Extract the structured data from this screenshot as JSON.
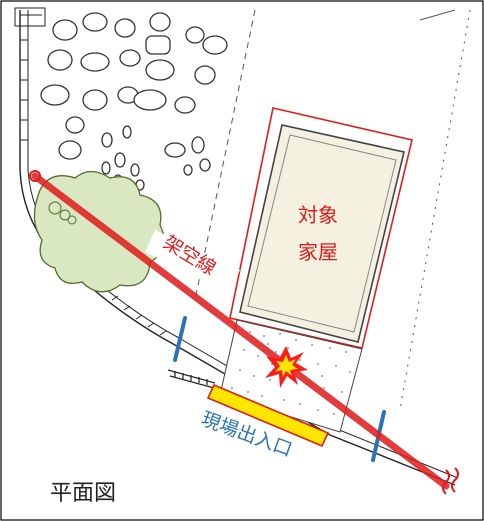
{
  "labels": {
    "target_house_line1": "対象",
    "target_house_line2": "家屋",
    "overhead_line": "架空線",
    "site_entrance": "現場出入口",
    "plan_view": "平面図"
  },
  "colors": {
    "overhead_line": "#e01b1b",
    "house_outline": "#e01b1b",
    "house_fill": "#f4f1e0",
    "tree_fill": "#d9e8c0",
    "entrance_bar": "#ffe600",
    "entrance_label": "#2b73b8",
    "gate_post": "#2b73b8",
    "burst": "#ff1a1a",
    "burst_core": "#ffe600"
  }
}
